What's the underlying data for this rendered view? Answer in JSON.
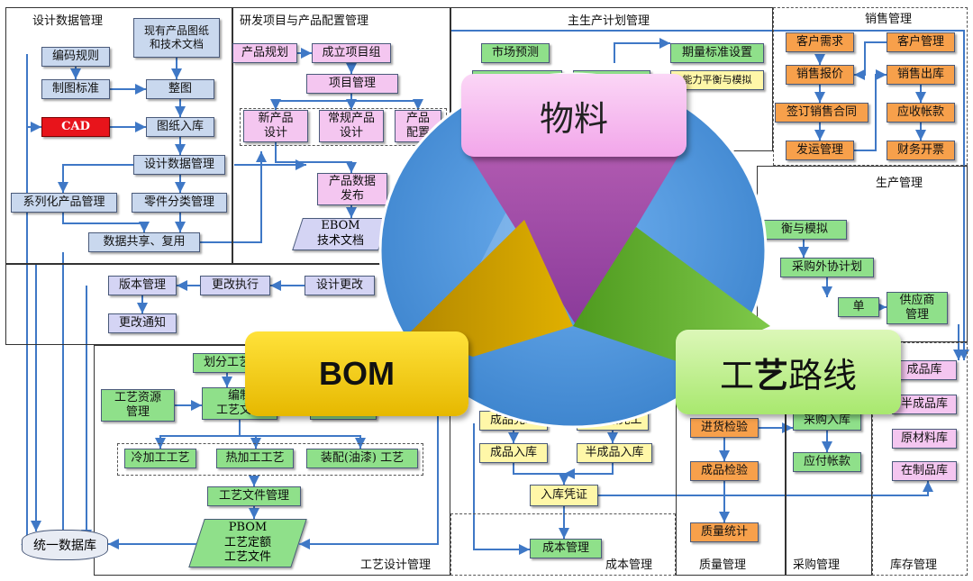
{
  "colors": {
    "connector": "#3f78c6",
    "bom": "#f2c300",
    "material": "#f6b3f0",
    "route": "#a8e86e",
    "disc": "#4a90d6"
  },
  "sections": {
    "design_data": "设计数据管理",
    "rd_project": "研发项目与产品配置管理",
    "master_plan": "主生产计划管理",
    "sales": "销售管理",
    "production": "生产管理",
    "process_design": "工艺设计管理",
    "cost": "成本管理",
    "quality": "质量管理",
    "purchase": "采购管理",
    "inventory": "库存管理"
  },
  "design": {
    "existing_drawings": "现有产品图纸\n和技术文档",
    "coding_rules": "编码规则",
    "drawing_standard": "制图标准",
    "tidy_drawings": "整图",
    "cad": "CAD",
    "drawing_storage": "图纸入库",
    "design_data_mgmt": "设计数据管理",
    "series_product": "系列化产品管理",
    "part_classify": "零件分类管理",
    "data_share": "数据共享、复用"
  },
  "rd": {
    "product_plan": "产品规划",
    "form_team": "成立项目组",
    "project_mgmt": "项目管理",
    "new_product_design": "新产品\n设计",
    "regular_product_design": "常规产品\n设计",
    "product_config": "产品\n配置",
    "product_data_release": "产品数据\n发布",
    "ebom": "EBOM\n技术文档"
  },
  "change": {
    "version_mgmt": "版本管理",
    "change_exec": "更改执行",
    "design_change": "设计更改",
    "change_notice": "更改通知"
  },
  "plan": {
    "market_forecast": "市场预测",
    "period_standard": "期量标准设置",
    "capacity_balance": "能力平衡与模拟"
  },
  "sales": {
    "customer_demand": "客户需求",
    "customer_mgmt": "客户管理",
    "sales_quote": "销售报价",
    "sales_outbound": "销售出库",
    "sign_contract": "签订销售合同",
    "receivables": "应收帐款",
    "shipping": "发运管理",
    "invoicing": "财务开票"
  },
  "production": {
    "balance_sim": "衡与模拟",
    "outsource_plan": "采购外协计划",
    "orders": "单",
    "supplier_mgmt": "供应商\n管理"
  },
  "process": {
    "divide_process": "划分工艺",
    "resource_mgmt": "工艺资源\n管理",
    "edit_process": "编制\n工艺文件",
    "cold_work": "冷加工工艺",
    "hot_work": "热加工工艺",
    "assembly": "装配(油漆) 工艺",
    "file_mgmt": "工艺文件管理",
    "pbom": "PBOM\n工艺定额\n工艺文件"
  },
  "cost": {
    "product_done": "成品完工",
    "semi_done": "半成品完工",
    "product_in": "成品入库",
    "semi_in": "半成品入库",
    "in_voucher": "入库凭证",
    "cost_mgmt": "成本管理"
  },
  "quality": {
    "incoming_inspect": "进货检验",
    "product_inspect": "成品检验",
    "quality_stats": "质量统计"
  },
  "purchase": {
    "purchase_in": "采购入库",
    "payables": "应付帐款"
  },
  "inventory": {
    "finished": "成品库",
    "semi": "半成品库",
    "raw": "原材料库",
    "wip": "在制品库"
  },
  "database": "统一数据库",
  "overlay": {
    "material": "物料",
    "bom": "BOM",
    "route_a": "工",
    "route_b": "艺",
    "route_c": "路线"
  }
}
